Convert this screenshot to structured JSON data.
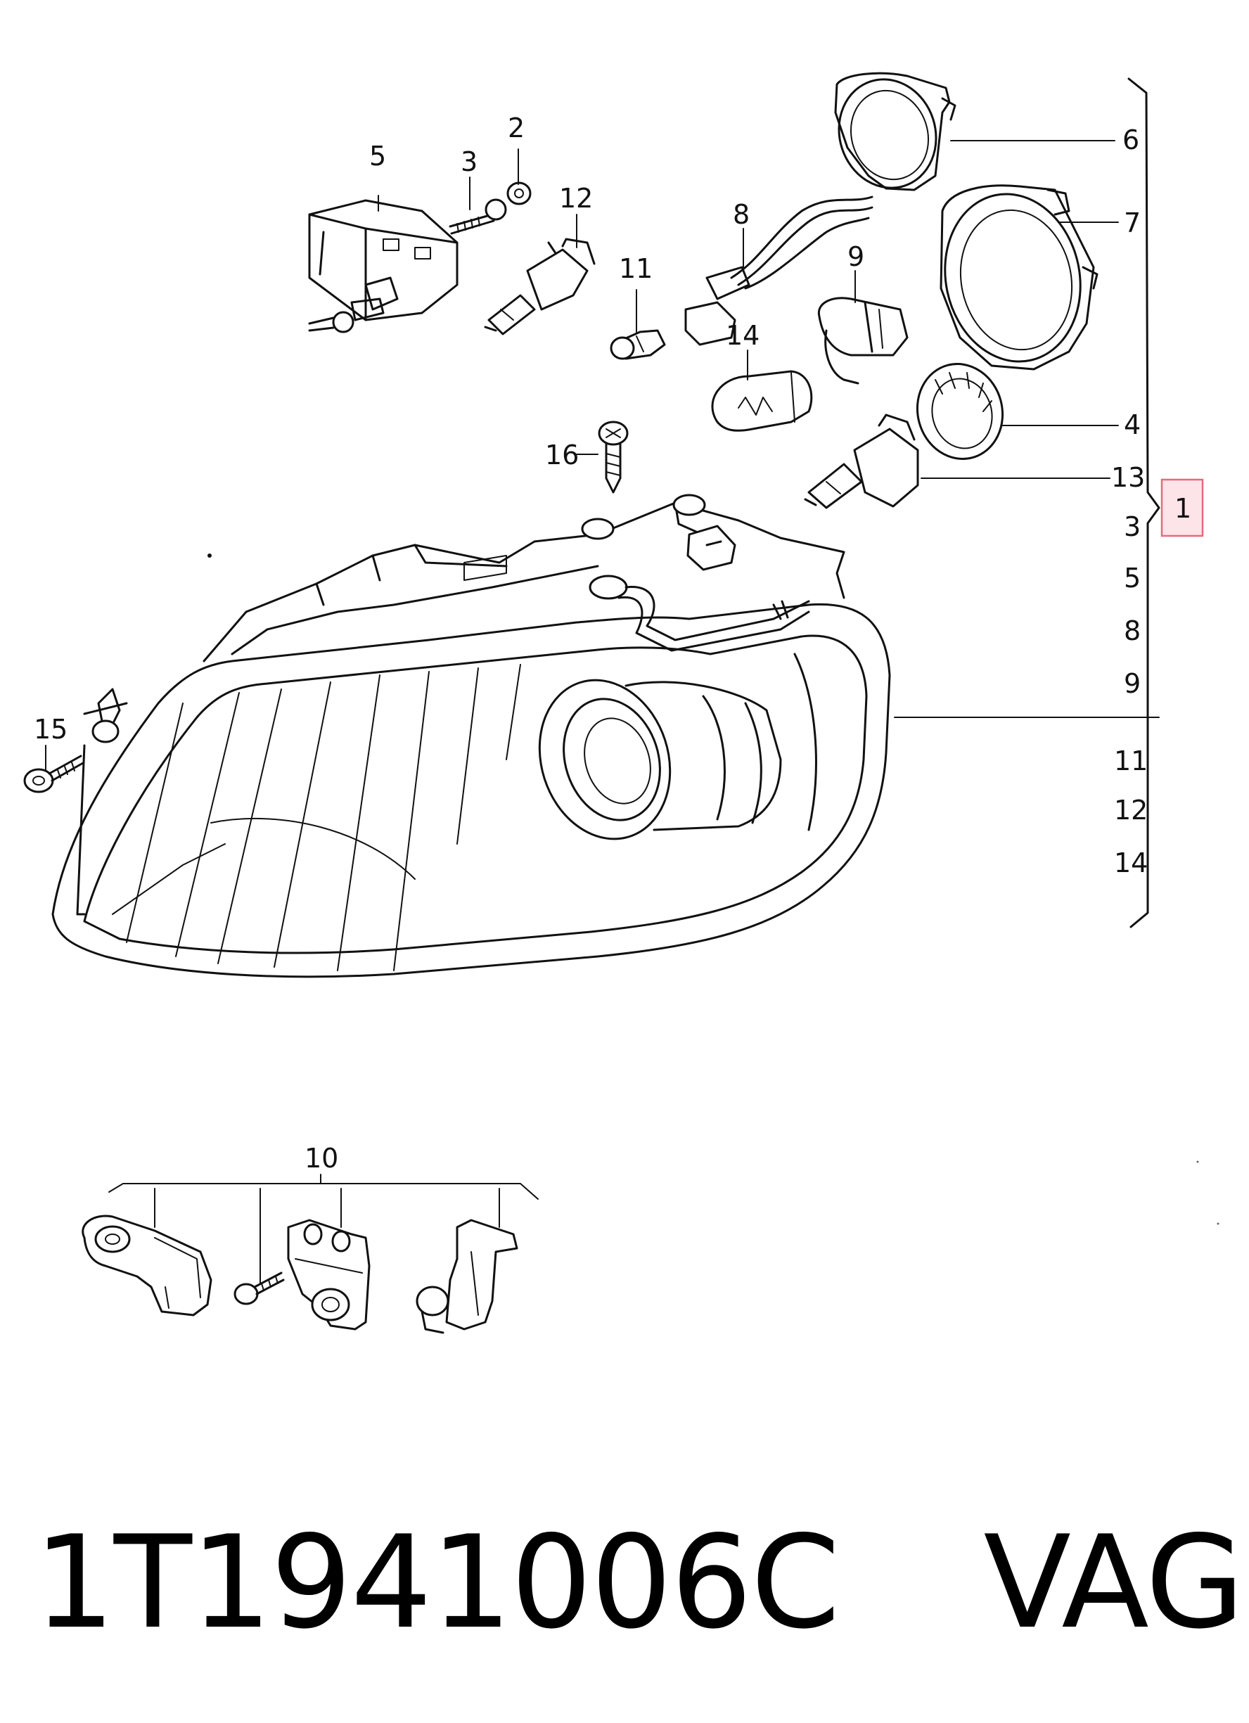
{
  "callouts": {
    "c2": "2",
    "c3": "3",
    "c5": "5",
    "c12": "12",
    "c8": "8",
    "c11": "11",
    "c9": "9",
    "c14": "14",
    "c16": "16",
    "c15": "15",
    "c6": "6",
    "c7": "7",
    "c4": "4",
    "c13": "13",
    "c10": "10",
    "c1": "1"
  },
  "bracket_list": [
    "3",
    "5",
    "8",
    "9",
    "11",
    "12",
    "14"
  ],
  "footer": {
    "part_number": "1T1941006C",
    "brand": "VAG"
  },
  "colors": {
    "line": "#111111",
    "highlight_fill": "#fde4e8",
    "highlight_border": "#e36b7e"
  }
}
